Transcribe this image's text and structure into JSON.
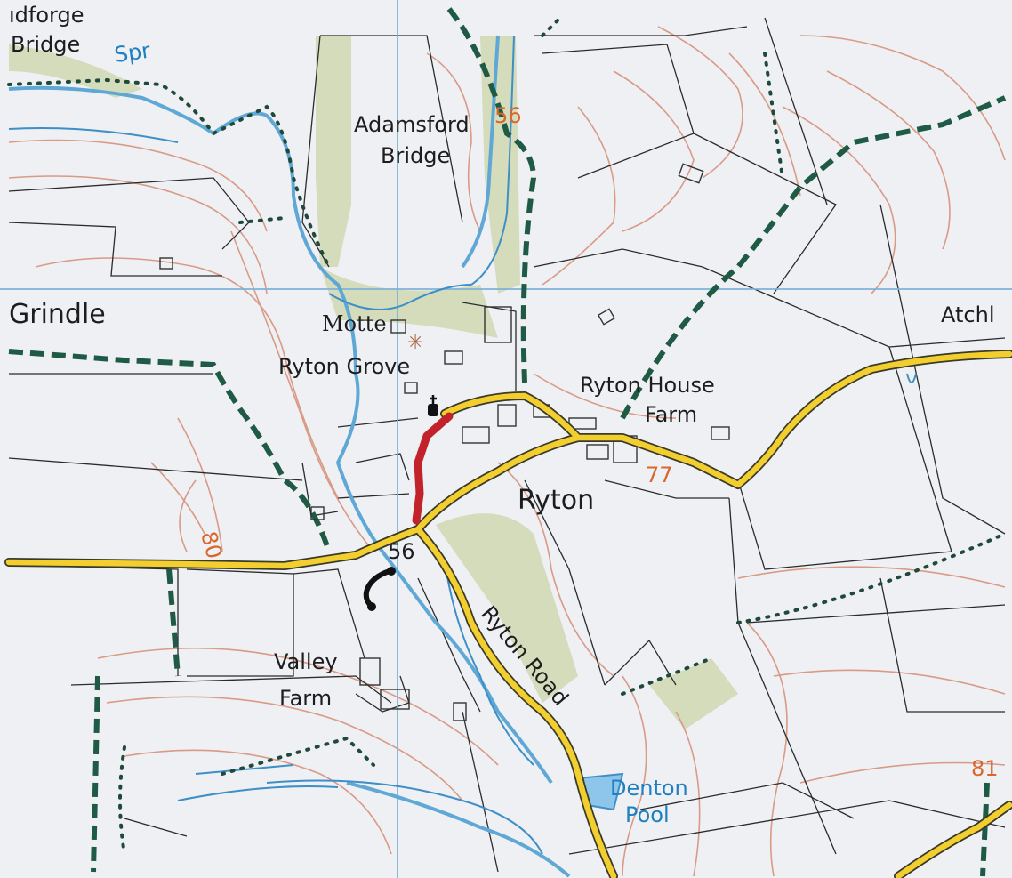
{
  "map": {
    "labels": {
      "adamsford": "Adamsford",
      "bridge_adamsford": "Bridge",
      "grindle": "Grindle",
      "motte": "Motte",
      "ryton_grove": "Ryton Grove",
      "ryton_house": "Ryton House",
      "farm_ryton_house": "Farm",
      "ryton": "Ryton",
      "valley": "Valley",
      "farm_valley": "Farm",
      "ryton_road": "Ryton Road",
      "denton": "Denton",
      "pool": "Pool",
      "atchl": "Atchl",
      "corner_top_a": "ıdforge",
      "corner_top_b": "Bridge",
      "spr": "Spr"
    },
    "heights": {
      "h56_top": "56",
      "h56_road": "56",
      "h77": "77",
      "h80": "80",
      "h81": "81"
    },
    "colors": {
      "road": "#f2cf2e",
      "route_highlight": "#c2232a",
      "water": "#5fa8d6",
      "contour": "#d99a86",
      "grid": "#7fb3d8",
      "footpath": "#1f5a44"
    },
    "icons": {
      "church": "church-icon",
      "telephone": "telephone-icon"
    }
  }
}
